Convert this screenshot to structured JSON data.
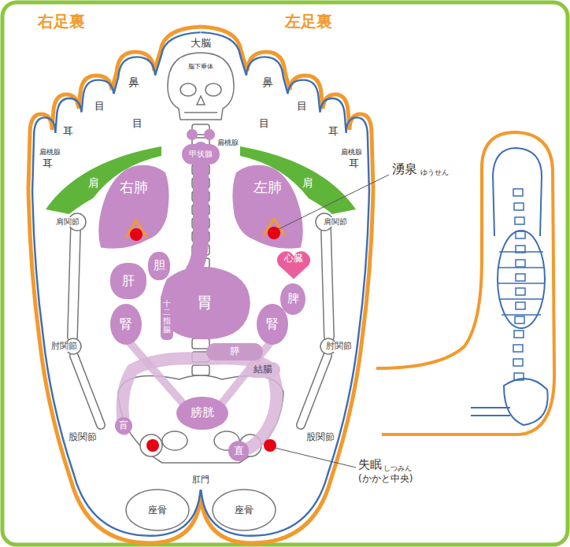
{
  "diagram": {
    "nodes": [
      {
        "text": [
          "甲状腺"
        ]
      },
      {
        "text": [
          "右肺"
        ]
      },
      {
        "text": [
          "左肺"
        ]
      },
      {
        "text": [
          "胆"
        ]
      },
      {
        "text": [
          "心臓"
        ]
      },
      {
        "text": [
          "肝"
        ]
      },
      {
        "text": [
          "胃"
        ]
      },
      {
        "text": [
          "十二指腸"
        ]
      },
      {
        "text": [
          "腎"
        ]
      },
      {
        "text": [
          "脾"
        ]
      },
      {
        "text": [
          "腎"
        ]
      },
      {
        "text": [
          "膵"
        ]
      },
      {
        "text": [
          "結腸"
        ]
      },
      {
        "text": [
          "膀胱"
        ]
      },
      {
        "text": [
          "盲"
        ]
      },
      {
        "text": [
          "直"
        ]
      }
    ],
    "labels": [
      "右足裏",
      "左足裏",
      "大脳",
      "脳下垂体",
      "鼻",
      "鼻",
      "目",
      "目",
      "目",
      "目",
      "耳",
      "耳",
      "扁桃腺",
      "耳",
      "扁桃腺",
      "扁桃腺",
      "耳",
      "肩",
      "肩",
      "肩関節",
      "肩関節",
      "湧泉",
      "ゆうせん",
      "肘関節",
      "肘関節",
      "股関節",
      "股関節",
      "失眠",
      "しつみん",
      "(かかと中央)",
      "肛門",
      "座骨",
      "座骨"
    ]
  }
}
